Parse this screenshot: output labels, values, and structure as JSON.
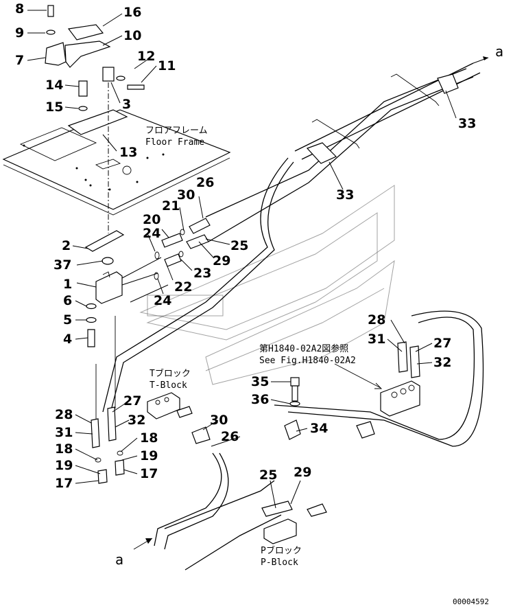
{
  "labels": [
    {
      "id": "p8",
      "text": "8"
    },
    {
      "id": "p9",
      "text": "9"
    },
    {
      "id": "p16",
      "text": "16"
    },
    {
      "id": "p10",
      "text": "10"
    },
    {
      "id": "p7",
      "text": "7"
    },
    {
      "id": "p12",
      "text": "12"
    },
    {
      "id": "p11",
      "text": "11"
    },
    {
      "id": "p14",
      "text": "14"
    },
    {
      "id": "p15",
      "text": "15"
    },
    {
      "id": "p3",
      "text": "3"
    },
    {
      "id": "p13",
      "text": "13"
    },
    {
      "id": "p33a",
      "text": "33"
    },
    {
      "id": "p33b",
      "text": "33"
    },
    {
      "id": "p26a",
      "text": "26"
    },
    {
      "id": "p30a",
      "text": "30"
    },
    {
      "id": "p21",
      "text": "21"
    },
    {
      "id": "p20",
      "text": "20"
    },
    {
      "id": "p24a",
      "text": "24"
    },
    {
      "id": "p2",
      "text": "2"
    },
    {
      "id": "p25a",
      "text": "25"
    },
    {
      "id": "p29a",
      "text": "29"
    },
    {
      "id": "p37",
      "text": "37"
    },
    {
      "id": "p23",
      "text": "23"
    },
    {
      "id": "p22",
      "text": "22"
    },
    {
      "id": "p1",
      "text": "1"
    },
    {
      "id": "p24b",
      "text": "24"
    },
    {
      "id": "p6",
      "text": "6"
    },
    {
      "id": "p5",
      "text": "5"
    },
    {
      "id": "p4",
      "text": "4"
    },
    {
      "id": "p28a",
      "text": "28"
    },
    {
      "id": "p31a",
      "text": "31"
    },
    {
      "id": "p27a",
      "text": "27"
    },
    {
      "id": "p32a",
      "text": "32"
    },
    {
      "id": "p35",
      "text": "35"
    },
    {
      "id": "p36",
      "text": "36"
    },
    {
      "id": "p27b",
      "text": "27"
    },
    {
      "id": "p30b",
      "text": "30"
    },
    {
      "id": "p28b",
      "text": "28"
    },
    {
      "id": "p31b",
      "text": "31"
    },
    {
      "id": "p32b",
      "text": "32"
    },
    {
      "id": "p26b",
      "text": "26"
    },
    {
      "id": "p34",
      "text": "34"
    },
    {
      "id": "p18a",
      "text": "18"
    },
    {
      "id": "p18b",
      "text": "18"
    },
    {
      "id": "p19a",
      "text": "19"
    },
    {
      "id": "p19b",
      "text": "19"
    },
    {
      "id": "p17a",
      "text": "17"
    },
    {
      "id": "p17b",
      "text": "17"
    },
    {
      "id": "p25b",
      "text": "25"
    },
    {
      "id": "p29b",
      "text": "29"
    }
  ],
  "text": {
    "floor_frame_jp": "フロアフレーム",
    "floor_frame_en": "Floor Frame",
    "tblock_jp": "Tブロック",
    "tblock_en": "T-Block",
    "ref_jp": "第H1840-02A2図参照",
    "ref_en": "See Fig.H1840-02A2",
    "pblock_jp": "Pブロック",
    "pblock_en": "P-Block",
    "arrow_a_top": "a",
    "arrow_a_bottom": "a",
    "figure_id": "00004592"
  }
}
